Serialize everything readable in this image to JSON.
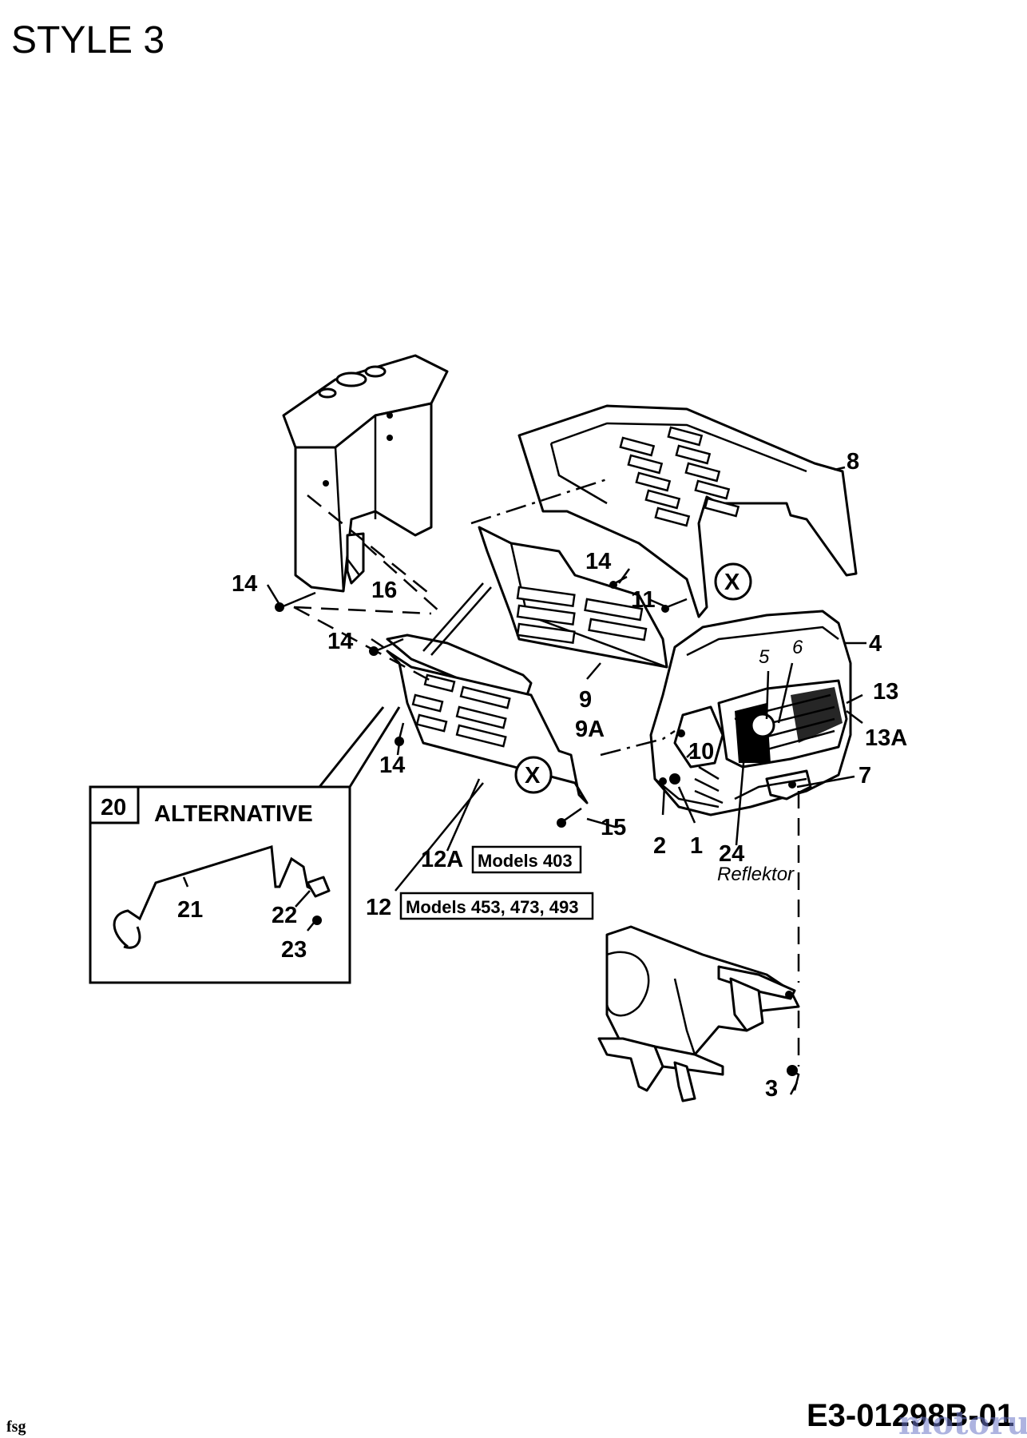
{
  "header": {
    "title": "STYLE 3"
  },
  "callouts": {
    "c1": "1",
    "c2": "2",
    "c3": "3",
    "c4": "4",
    "c5": "5",
    "c6": "6",
    "c7": "7",
    "c8": "8",
    "c9": "9",
    "c9a": "9A",
    "c10": "10",
    "c11": "11",
    "c12": "12",
    "c12a": "12A",
    "c13": "13",
    "c13a": "13A",
    "c14": "14",
    "c15": "15",
    "c16": "16",
    "c20": "20",
    "c21": "21",
    "c22": "22",
    "c23": "23",
    "c24": "24",
    "x": "X"
  },
  "notes": {
    "reflektor": "Reflektor",
    "alternative": "ALTERNATIVE",
    "models_403": "Models 403",
    "models_453": "Models 453, 473, 493"
  },
  "footer": {
    "left_code": "fsg",
    "doc_id": "E3-01298B-01",
    "watermark": "motoruf"
  }
}
